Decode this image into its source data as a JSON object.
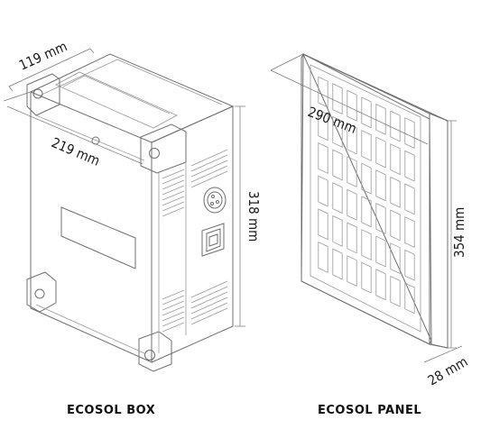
{
  "box": {
    "dim_depth": "119 mm",
    "dim_width": "219 mm",
    "dim_height": "318 mm",
    "caption": "ECOSOL BOX"
  },
  "panel": {
    "dim_width": "290 mm",
    "dim_height": "354 mm",
    "dim_depth": "28 mm",
    "caption": "ECOSOL PANEL",
    "grid_columns": 7,
    "grid_rows": 6
  }
}
